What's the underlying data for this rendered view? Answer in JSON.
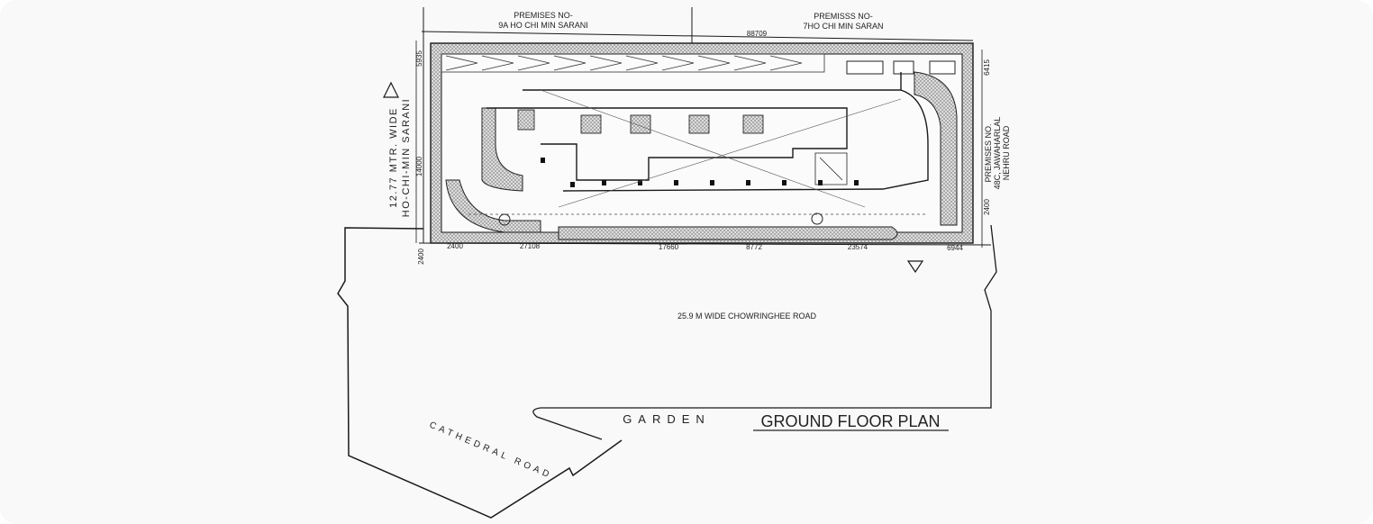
{
  "plan": {
    "title": "GROUND FLOOR PLAN",
    "premises_left_line1": "PREMISES NO-",
    "premises_left_line2": "9A HO CHI MIN SARANI",
    "premises_right_line1": "PREMISSS NO-",
    "premises_right_line2": "7HO CHI MIN SARAN",
    "premises_east_line1": "PREMISES NO.",
    "premises_east_line2": "48C, JAWAHARLAL",
    "premises_east_line3": "NEHRU ROAD",
    "west_road_line1": "12.77 MTR. WIDE",
    "west_road_line2": "HO-CHI-MIN SARANI",
    "south_road": "25.9 M WIDE CHOWRINGHEE ROAD",
    "garden": "GARDEN",
    "cathedral_road": "CATHEDRAL ROAD",
    "dims": {
      "top": "88709",
      "bottom": [
        "2400",
        "27108",
        "17660",
        "8772",
        "23574",
        "6944"
      ],
      "left": [
        "5935",
        "14000",
        "2400"
      ],
      "right": [
        "6415",
        "2400"
      ]
    }
  },
  "colors": {
    "line": "#1a1a1a",
    "hatch": "#9a9a9a",
    "background": "#f9f9f9"
  }
}
